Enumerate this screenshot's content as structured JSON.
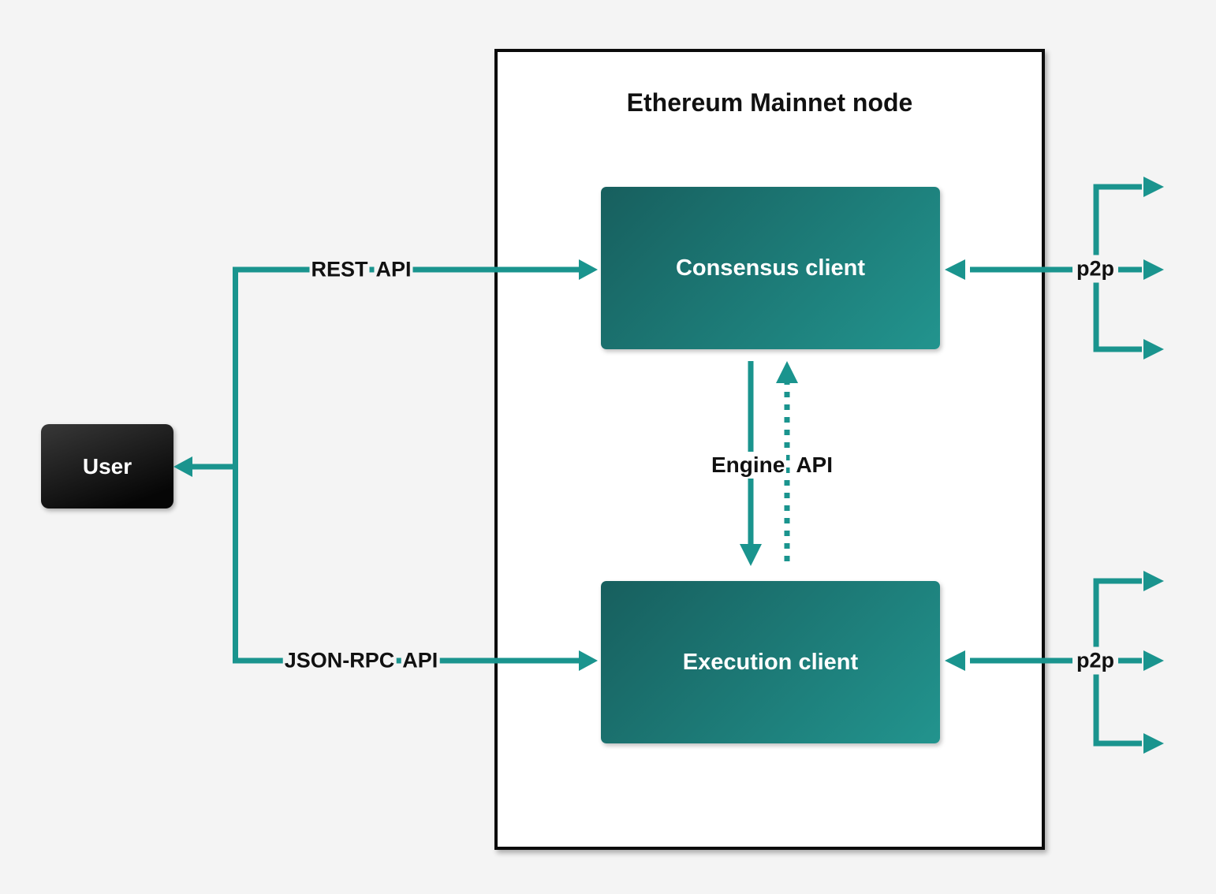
{
  "title": "Ethereum Mainnet node",
  "nodes": {
    "user": {
      "label": "User"
    },
    "consensus": {
      "label": "Consensus client"
    },
    "execution": {
      "label": "Execution client"
    }
  },
  "edges": {
    "rest_api": {
      "words": [
        "REST",
        "API"
      ]
    },
    "json_rpc_api": {
      "words": [
        "JSON-RPC",
        "API"
      ]
    },
    "engine_api": {
      "words": [
        "Engine",
        "API"
      ]
    },
    "p2p_consensus": {
      "label": "p2p"
    },
    "p2p_execution": {
      "label": "p2p"
    }
  },
  "colors": {
    "page_background": "#f4f4f4",
    "node_background": "#ffffff",
    "node_border": "#0b0b0b",
    "arrow_teal": "#1a948e",
    "client_gradient_start": "#175f5e",
    "client_gradient_end": "#22948e",
    "user_gradient_start": "#383838",
    "user_gradient_end": "#060606",
    "client_text": "#ffffff",
    "label_text": "#111111"
  }
}
